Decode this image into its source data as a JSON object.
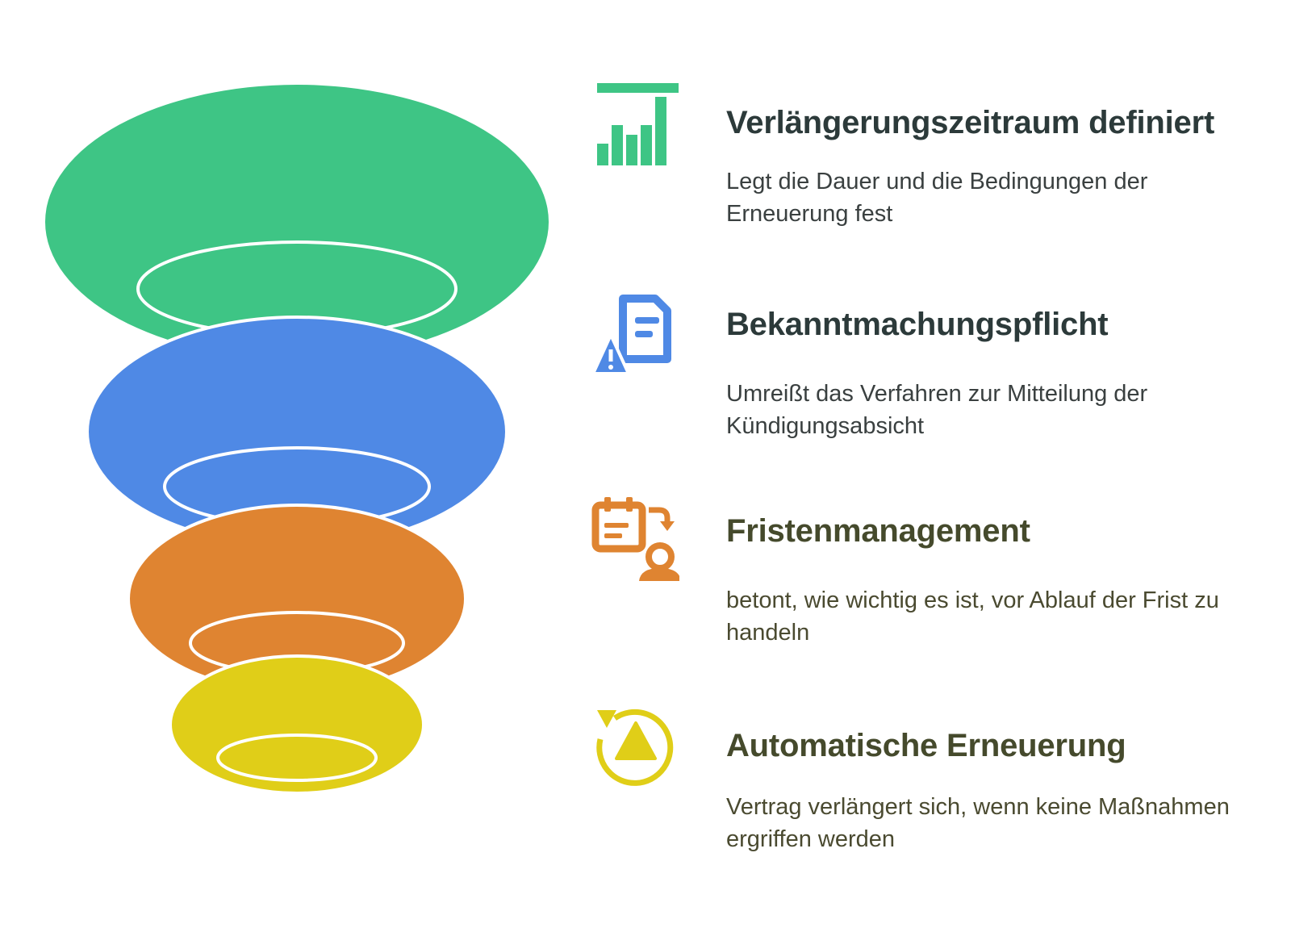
{
  "stages": [
    {
      "id": "stage-1",
      "title": "Verlängerungszeitraum definiert",
      "description": "Legt die Dauer und die Bedingungen der Erneuerung fest",
      "color": "#3ec585",
      "icon": "bar-chart-icon"
    },
    {
      "id": "stage-2",
      "title": "Bekanntmachungspflicht",
      "description": "Umreißt das Verfahren zur Mitteilung der Kündigungsabsicht",
      "color": "#4f89e5",
      "icon": "document-warning-icon"
    },
    {
      "id": "stage-3",
      "title": "Fristenmanagement",
      "description": "betont, wie wichtig es ist, vor Ablauf der Frist zu handeln",
      "color": "#df8431",
      "icon": "calendar-person-icon"
    },
    {
      "id": "stage-4",
      "title": "Automatische Erneuerung",
      "description": "Vertrag verlängert sich, wenn keine Maßnahmen ergriffen werden",
      "color": "#e0ce18",
      "icon": "renew-cycle-icon"
    }
  ]
}
